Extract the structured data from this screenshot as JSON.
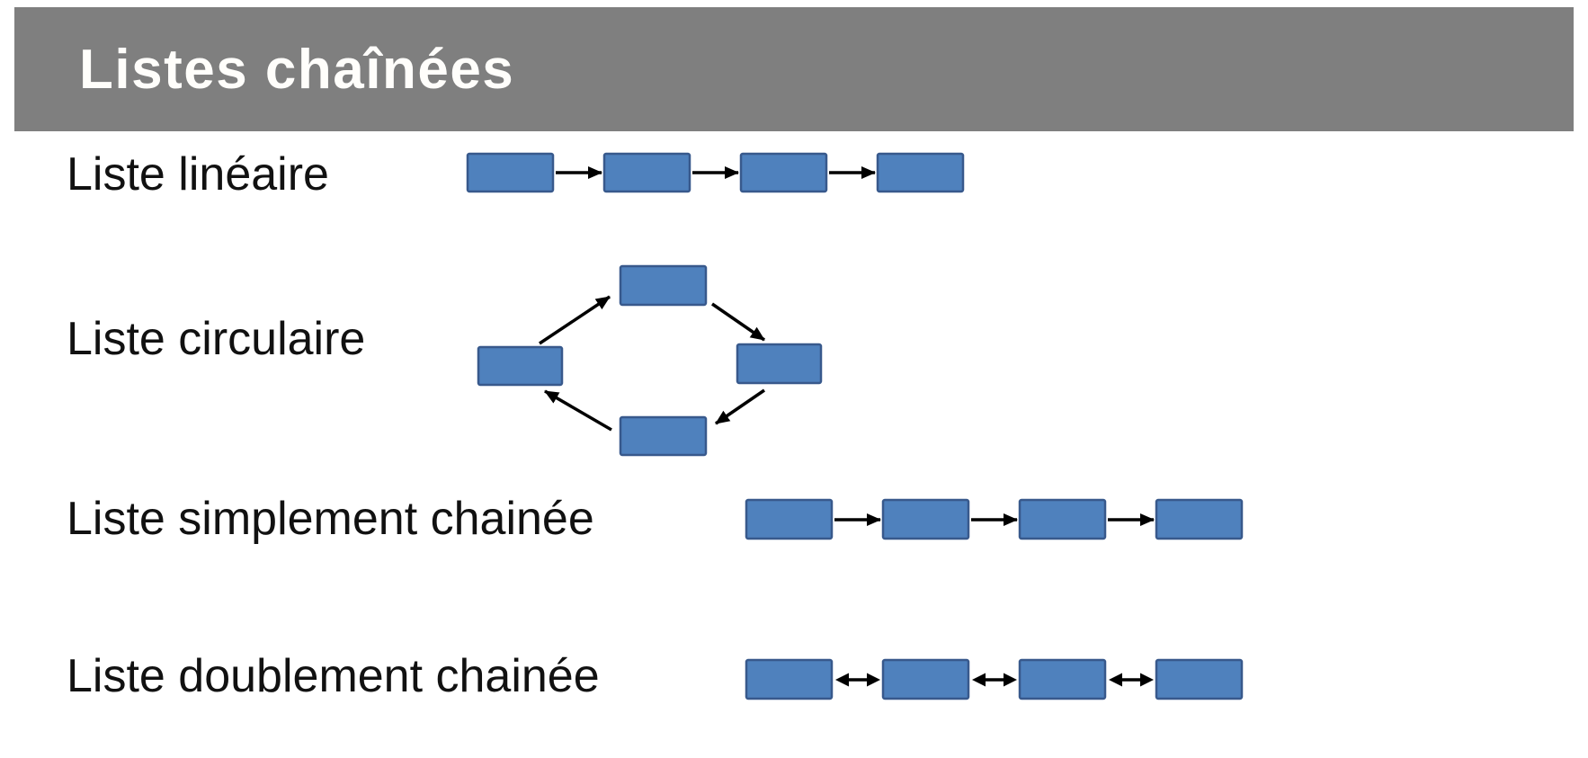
{
  "header": {
    "title": "Listes chaînées"
  },
  "rows": [
    {
      "label": "Liste linéaire",
      "diagram": {
        "type": "singly-linked-linear",
        "node_count": 4,
        "arrow_style": "single-forward"
      }
    },
    {
      "label": "Liste circulaire",
      "diagram": {
        "type": "circular-cycle",
        "node_count": 4,
        "arrow_style": "single-forward-clockwise"
      }
    },
    {
      "label": "Liste simplement chainée",
      "diagram": {
        "type": "singly-linked-linear",
        "node_count": 4,
        "arrow_style": "single-forward"
      }
    },
    {
      "label": "Liste doublement chainée",
      "diagram": {
        "type": "doubly-linked-linear",
        "node_count": 4,
        "arrow_style": "double-headed"
      }
    }
  ],
  "colors": {
    "header_background": "#7f7f7f",
    "header_text": "#fffefb",
    "node_fill": "#4f81bd",
    "node_border": "#38598c",
    "arrow": "#000000",
    "label_text": "#111111",
    "slide_background": "#ffffff"
  }
}
